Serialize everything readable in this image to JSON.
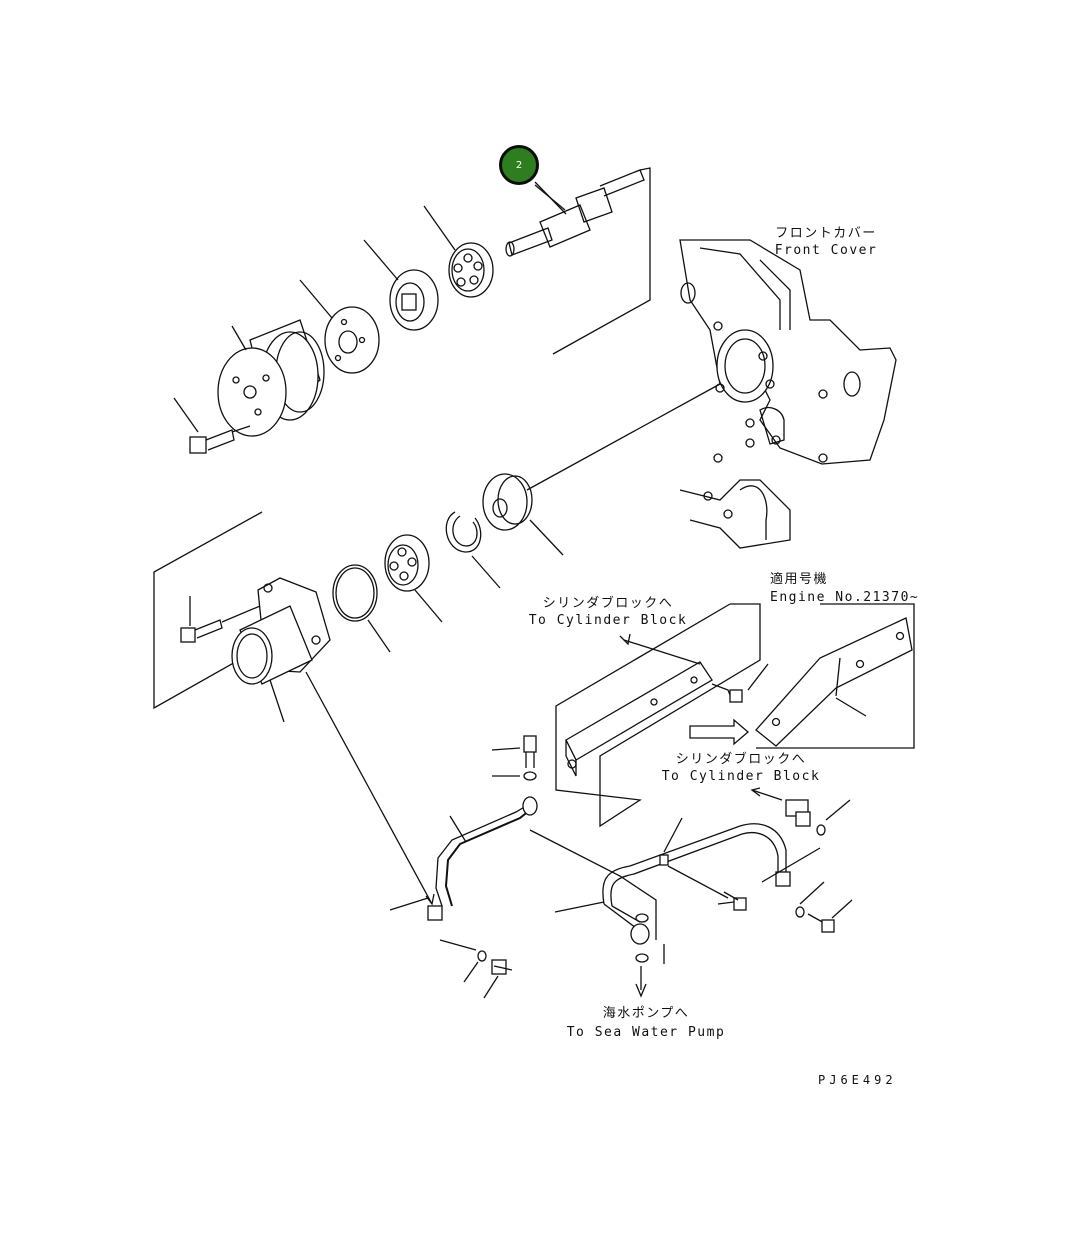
{
  "labels": {
    "front_cover_jp": "フロントカバー",
    "front_cover_en": "Front Cover",
    "applicable_jp": "適用号機",
    "engine_no": "Engine No.21370~",
    "cyl_block_jp_1": "シリンダブロックへ",
    "cyl_block_en_1": "To Cylinder Block",
    "cyl_block_jp_2": "シリンダブロックへ",
    "cyl_block_en_2": "To Cylinder Block",
    "sea_pump_jp": "海水ポンプへ",
    "sea_pump_en": "To Sea Water Pump",
    "drawing_code": "PJ6E492"
  },
  "callouts": [
    {
      "number": "2",
      "color": "#2e7d1f"
    }
  ]
}
